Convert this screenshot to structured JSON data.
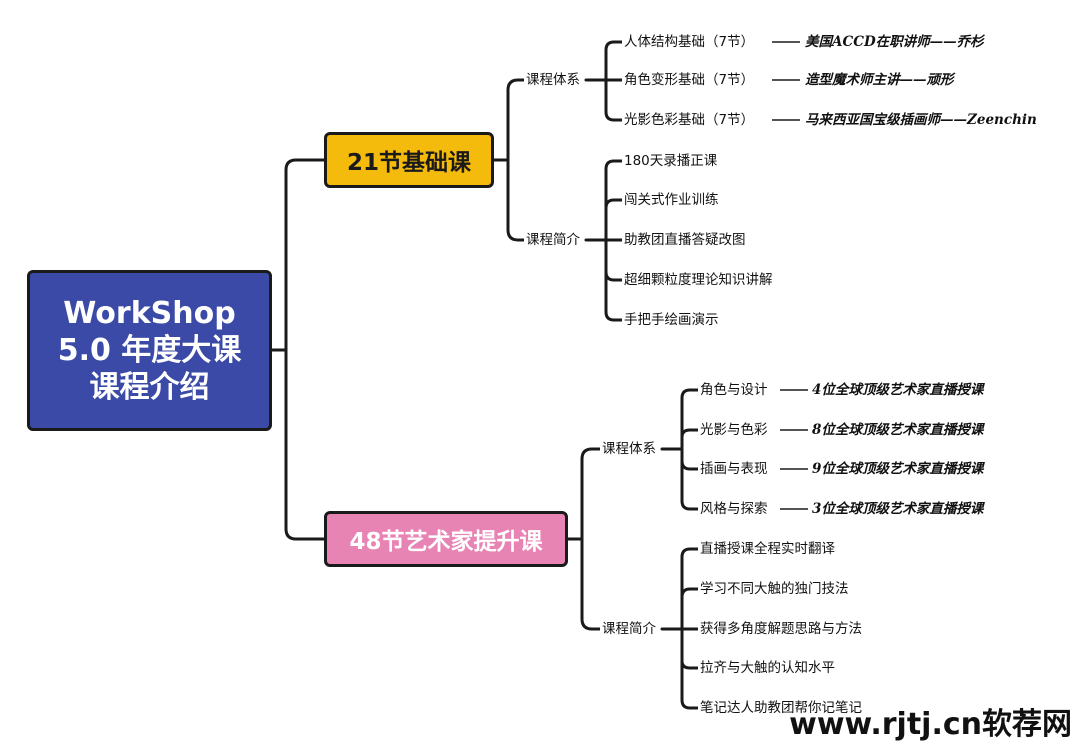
{
  "root": {
    "lines": [
      "WorkShop",
      "5.0 年度大课",
      "课程介绍"
    ]
  },
  "branch1": {
    "title": "21节基础课",
    "system": {
      "label": "课程体系",
      "items": [
        {
          "name": "人体结构基础（7节）",
          "teacher": "美国ACCD在职讲师——乔杉"
        },
        {
          "name": "角色变形基础（7节）",
          "teacher": "造型魔术师主讲——顽形"
        },
        {
          "name": "光影色彩基础（7节）",
          "teacher": "马来西亚国宝级插画师——Zeenchin"
        }
      ]
    },
    "intro": {
      "label": "课程简介",
      "items": [
        "180天录播正课",
        "闯关式作业训练",
        "助教团直播答疑改图",
        "超细颗粒度理论知识讲解",
        "手把手绘画演示"
      ]
    }
  },
  "branch2": {
    "title": "48节艺术家提升课",
    "system": {
      "label": "课程体系",
      "items": [
        {
          "name": "角色与设计",
          "teacher": "4位全球顶级艺术家直播授课"
        },
        {
          "name": "光影与色彩",
          "teacher": "8位全球顶级艺术家直播授课"
        },
        {
          "name": "插画与表现",
          "teacher": "9位全球顶级艺术家直播授课"
        },
        {
          "name": "风格与探索",
          "teacher": "3位全球顶级艺术家直播授课"
        }
      ]
    },
    "intro": {
      "label": "课程简介",
      "items": [
        "直播授课全程实时翻译",
        "学习不同大触的独门技法",
        "获得多角度解题思路与方法",
        "拉齐与大触的认知水平",
        "笔记达人助教团帮你记笔记"
      ]
    }
  },
  "watermark": "www.rjtj.cn软荐网",
  "colors": {
    "root": "#3a4aa6",
    "branch1": "#f5bb0c",
    "branch2": "#e884b4",
    "line": "#1a1a1a"
  }
}
